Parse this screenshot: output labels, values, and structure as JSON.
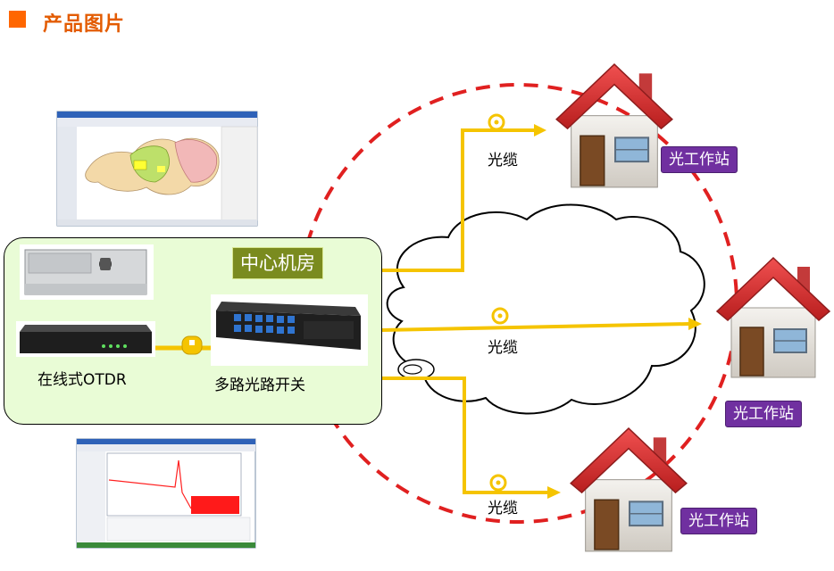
{
  "header": {
    "title": "产品图片"
  },
  "center": {
    "title": "中心机房",
    "otdr_label": "在线式OTDR",
    "switch_label": "多路光路开关"
  },
  "links": [
    {
      "cable_label": "光缆",
      "station_label": "光工作站"
    },
    {
      "cable_label": "光缆",
      "station_label": "光工作站"
    },
    {
      "cable_label": "光缆",
      "station_label": "光工作站"
    }
  ],
  "colors": {
    "header_accent": "#ff6600",
    "ring": "#e02020",
    "fiber": "#f5c400",
    "station_bg": "#7030a0",
    "center_bg": "#e9fcd6",
    "roof": "#d83030"
  }
}
